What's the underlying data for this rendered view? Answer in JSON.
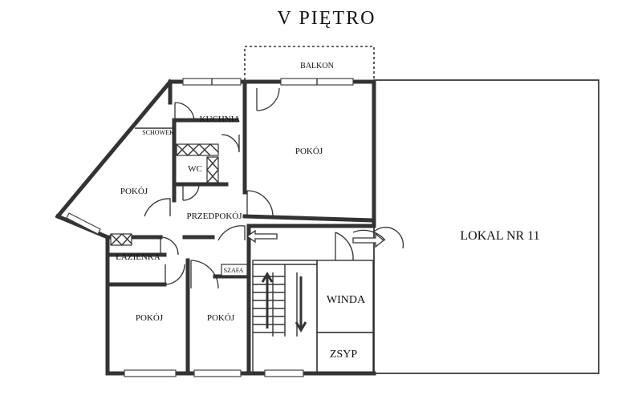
{
  "title": "V PIĘTRO",
  "rooms": {
    "balkon": "BALKON",
    "kuchnia": "KUCHNIA",
    "schowek": "SCHOWEK",
    "wc": "WC",
    "pokoj_center": "POKÓJ",
    "pokoj_left": "POKÓJ",
    "przedpokoj": "PRZEDPOKÓJ",
    "lazienka": "ŁAZIENKA",
    "szafa": "SZAFA",
    "pokoj_bottom_left": "POKÓJ",
    "pokoj_bottom_right": "POKÓJ",
    "winda": "WINDA",
    "zsyp": "ZSYP",
    "lokal": "LOKAL NR 11"
  }
}
